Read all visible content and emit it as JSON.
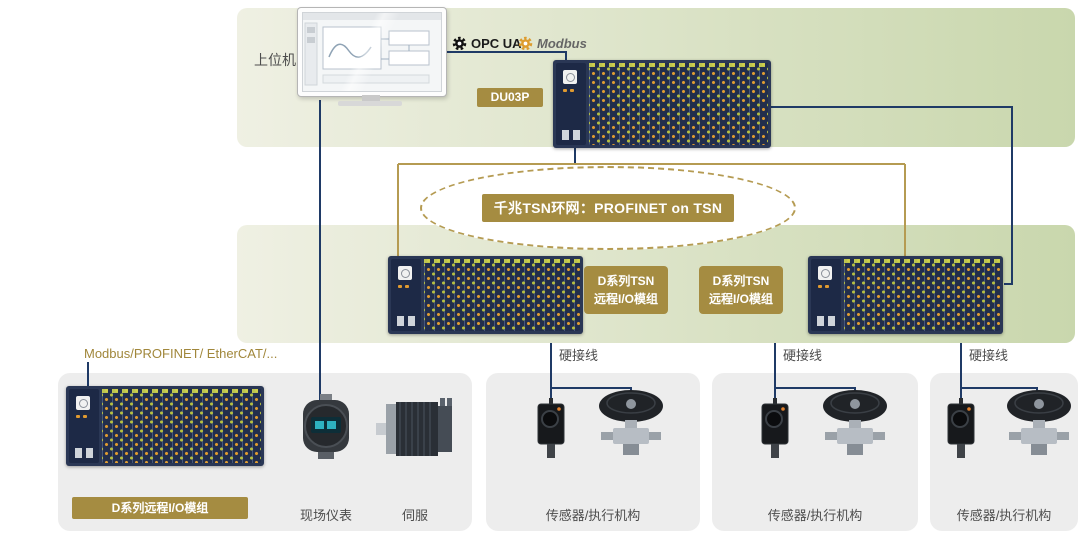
{
  "palette": {
    "gold": "#a58c41",
    "gold_line": "#b59b52",
    "navy": "#1f3a66",
    "band_start": "#eff0e3",
    "band_end": "#c9d7ad",
    "panel": "#ededed",
    "label_text": "#4d4d4d",
    "protocol_text": "#a1873b"
  },
  "host": {
    "label": "上位机"
  },
  "logos": {
    "opc_ua": "OPC UA",
    "modbus": "Modbus"
  },
  "du03p": {
    "label": "DU03P"
  },
  "ring": {
    "label": "千兆TSN环网：PROFINET on TSN"
  },
  "tsn_boxes": [
    {
      "line1": "D系列TSN",
      "line2": "远程I/O模组"
    },
    {
      "line1": "D系列TSN",
      "line2": "远程I/O模组"
    }
  ],
  "hardwire_labels": [
    "硬接线",
    "硬接线",
    "硬接线"
  ],
  "bottom_left": {
    "protocol_label": "Modbus/PROFINET/ EtherCAT/...",
    "badge": "D系列远程I/O模组",
    "instrument_label": "现场仪表",
    "servo_label": "伺服"
  },
  "sensor_panels": [
    {
      "label": "传感器/执行机构"
    },
    {
      "label": "传感器/执行机构"
    },
    {
      "label": "传感器/执行机构"
    }
  ]
}
